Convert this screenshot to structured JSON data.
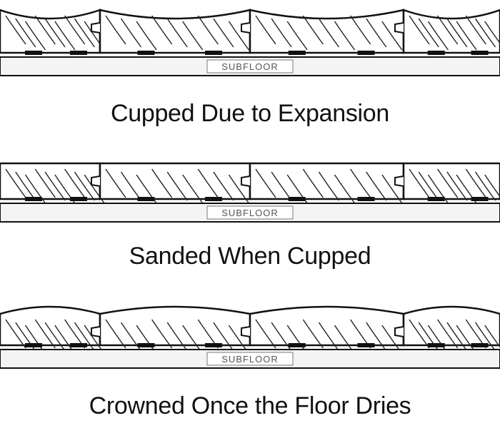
{
  "panels": [
    {
      "caption": "Cupped Due to Expansion",
      "subfloor_label": "SUBFLOOR",
      "profile": "cupped"
    },
    {
      "caption": "Sanded When Cupped",
      "subfloor_label": "SUBFLOOR",
      "profile": "flat"
    },
    {
      "caption": "Crowned Once the Floor Dries",
      "subfloor_label": "SUBFLOOR",
      "profile": "crowned"
    }
  ],
  "colors": {
    "ink": "#111111",
    "subfloor_label": "#555555",
    "background": "#ffffff"
  }
}
